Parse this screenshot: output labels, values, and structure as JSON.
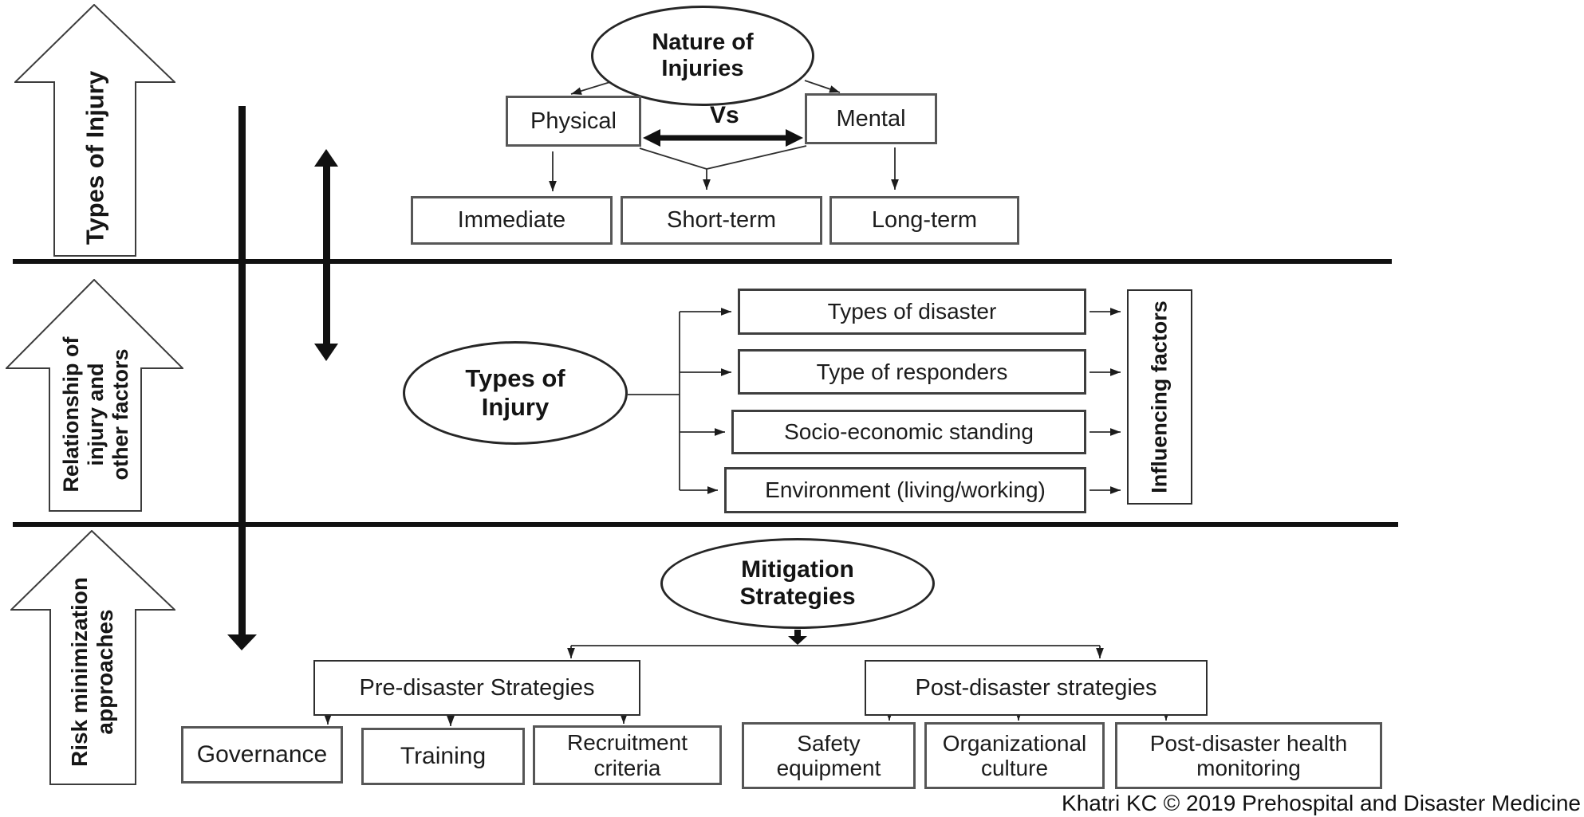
{
  "side_arrows": {
    "types_of_injury": "Types of Injury",
    "relationship": "Relationship of\ninjury and\nother factors",
    "risk_minimization": "Risk minimization\napproaches"
  },
  "band1": {
    "ellipse": "Nature of\nInjuries",
    "physical": "Physical",
    "vs": "Vs",
    "mental": "Mental",
    "row2": [
      "Immediate",
      "Short-term",
      "Long-term"
    ]
  },
  "band2": {
    "ellipse": "Types of\nInjury",
    "factors": [
      "Types of disaster",
      "Type of responders",
      "Socio-economic standing",
      "Environment (living/working)"
    ],
    "influencing": "Influencing factors"
  },
  "band3": {
    "ellipse": "Mitigation\nStrategies",
    "pre": "Pre-disaster Strategies",
    "post": "Post-disaster strategies",
    "pre_children": [
      "Governance",
      "Training",
      "Recruitment\ncriteria"
    ],
    "post_children": [
      "Safety\nequipment",
      "Organizational\nculture",
      "Post-disaster health\nmonitoring"
    ]
  },
  "credit": "Khatri KC © 2019 Prehospital and Disaster Medicine",
  "colors": {
    "ink": "#1c1c1c",
    "box_border": "#4f4f4f",
    "wire": "#2e2e2e",
    "background": "#ffffff"
  }
}
